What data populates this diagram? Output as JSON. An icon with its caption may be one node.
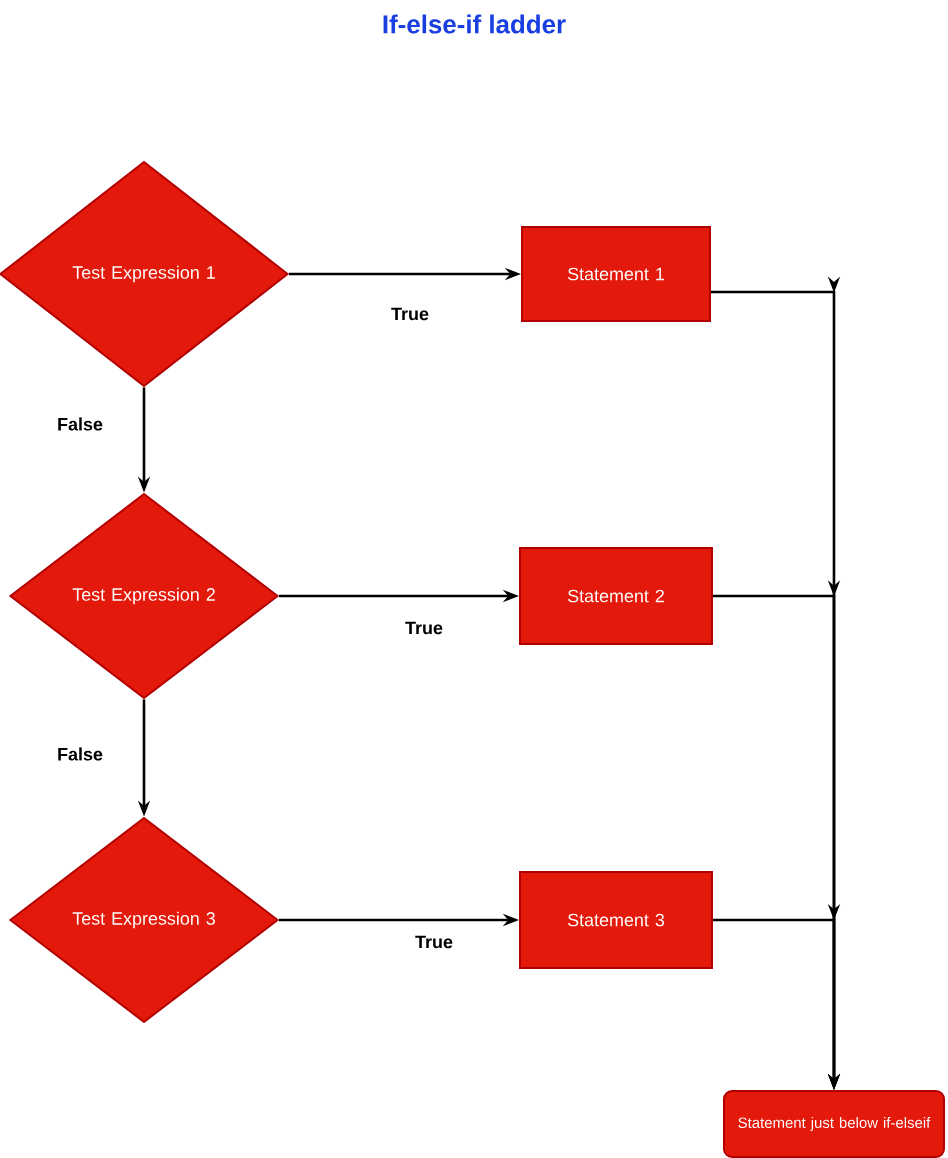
{
  "diagram": {
    "title": "If-else-if ladder",
    "nodes": [
      {
        "text": [
          "Test Expression 1"
        ]
      },
      {
        "text": [
          "Statement 1"
        ]
      },
      {
        "text": [
          "Test Expression 2"
        ]
      },
      {
        "text": [
          "Statement 2"
        ]
      },
      {
        "text": [
          "Test Expression 3"
        ]
      },
      {
        "text": [
          "Statement 3"
        ]
      },
      {
        "text": [
          "Statement just below if-elseif"
        ]
      }
    ],
    "edges": [
      {
        "from": 0,
        "to": 1,
        "arrow": "to",
        "label": "True"
      },
      {
        "from": 0,
        "to": 2,
        "arrow": "to",
        "label": "False"
      },
      {
        "from": 2,
        "to": 3,
        "arrow": "to",
        "label": "True"
      },
      {
        "from": 2,
        "to": 4,
        "arrow": "to",
        "label": "False"
      },
      {
        "from": 4,
        "to": 5,
        "arrow": "to",
        "label": "True"
      },
      {
        "from": 1,
        "to": 6,
        "arrow": "to"
      },
      {
        "from": 3,
        "to": 6,
        "arrow": "to"
      },
      {
        "from": 5,
        "to": 6,
        "arrow": "to"
      }
    ]
  }
}
